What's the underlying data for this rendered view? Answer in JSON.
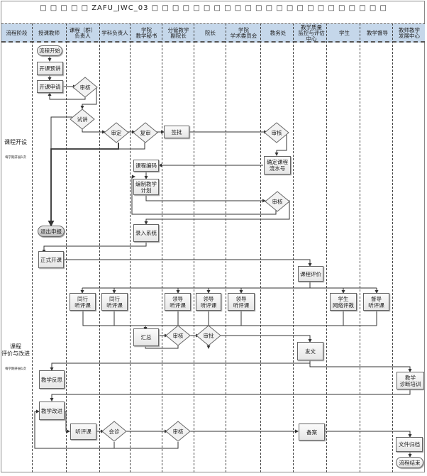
{
  "title": "□ □ □ □ □ ZAFU_JWC_03 □ □ □ □ □ □ □ □ □ □ □ □ □ □ □ □ □ □ □ □ □ □ □",
  "lanes": [
    "流程阶段",
    "授课教师",
    "课程（群）\n负责人",
    "学科负责人",
    "学院\n教学秘书",
    "分管教学\n副院长",
    "院长",
    "学院\n学术委员会",
    "教务处",
    "教学质量\n监控与评估\n中心",
    "学生",
    "教学督导",
    "教师教学\n发展中心"
  ],
  "stages": [
    {
      "name": "课程开设",
      "note": "每学期开展1次"
    },
    {
      "name": "课程\n评价与改进",
      "note": "每学期开展1次"
    }
  ],
  "nodes": {
    "start": "流程开始",
    "pre_apply": "开课预讲",
    "apply": "开课申请",
    "review1": "审核",
    "trial": "试讲",
    "approve_set": "审定",
    "recheck": "复审",
    "sign": "签批",
    "review2": "审核",
    "serial": "确定课程\n流水号",
    "coding": "课程编码",
    "plan": "编制教学\n计划",
    "review3": "审核",
    "withdraw": "退出申报",
    "input": "录入系统",
    "open": "正式开课",
    "evaluate": "课程评价",
    "peer1": "同行\n听评课",
    "peer2": "同行\n听评课",
    "leader1": "领导\n听评课",
    "leader2": "领导\n听评课",
    "leader3": "领导\n听评课",
    "student_eval": "学生\n网络评教",
    "supervisor_eval": "督导\n听评课",
    "summary": "汇总",
    "review4": "审核",
    "approve": "审批",
    "publish": "发文",
    "reflect": "教学反思",
    "diagnose": "教学\n诊断培训",
    "improve": "教学改进",
    "listen": "听评课",
    "consult": "会诊",
    "review5": "审核",
    "record": "备案",
    "archive": "文件归档",
    "end": "流程结束"
  }
}
